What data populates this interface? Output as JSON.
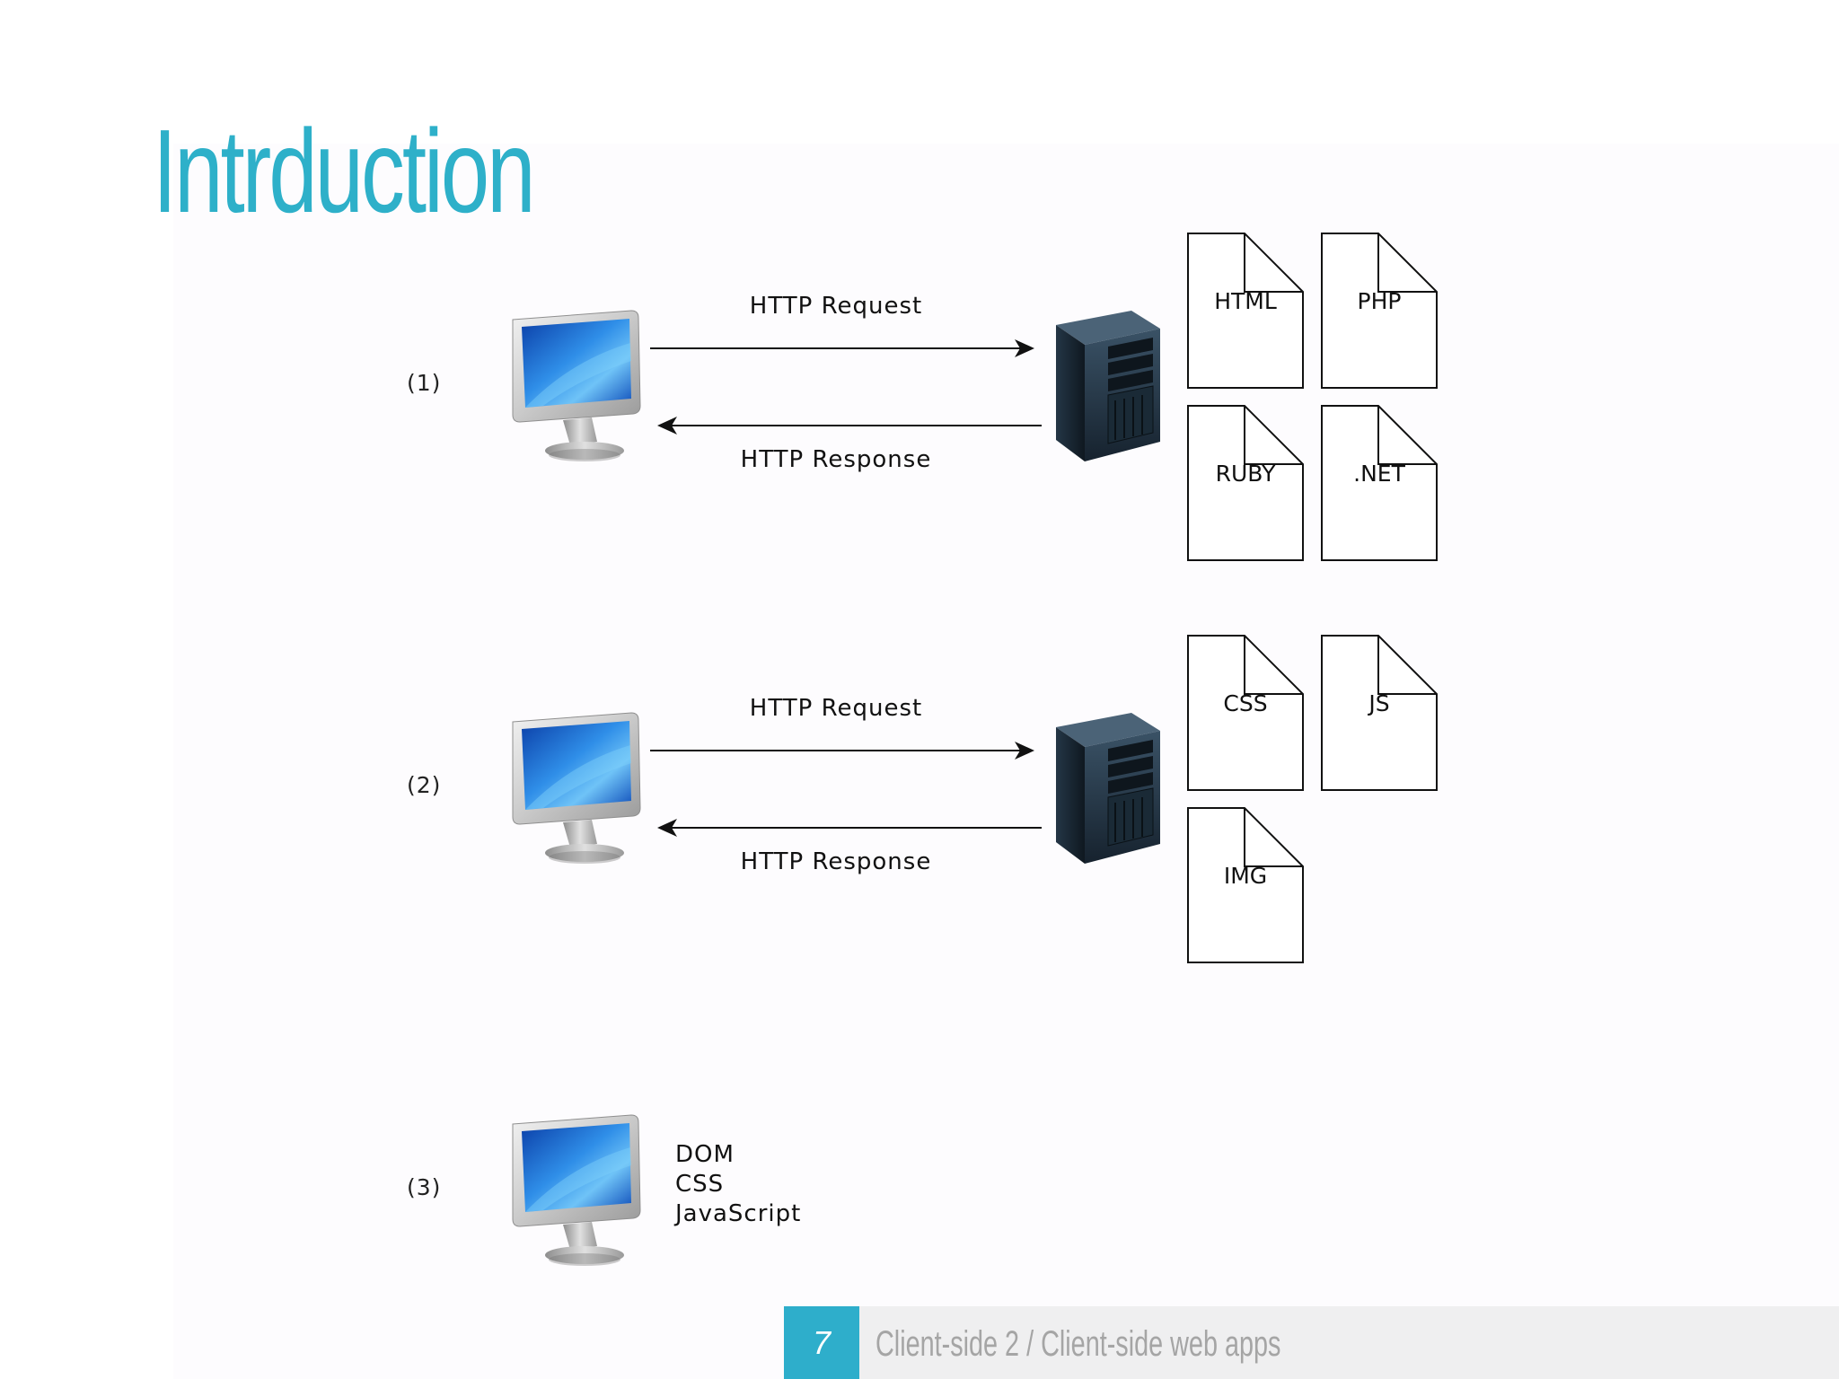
{
  "slide": {
    "title": "Intrduction",
    "page_number": "7",
    "footer": "Client-side 2 / Client-side web apps"
  },
  "diagram": {
    "rows": [
      {
        "label": "(1)",
        "request": "HTTP Request",
        "response": "HTTP Response",
        "files": [
          "HTML",
          "PHP",
          "RUBY",
          ".NET"
        ]
      },
      {
        "label": "(2)",
        "request": "HTTP Request",
        "response": "HTTP Response",
        "files": [
          "CSS",
          "JS",
          "IMG"
        ]
      },
      {
        "label": "(3)",
        "client_items": [
          "DOM",
          "CSS",
          "JavaScript"
        ]
      }
    ],
    "icons": {
      "client": "desktop-computer-icon",
      "server": "server-tower-icon",
      "file": "document-icon"
    },
    "colors": {
      "title": "#2eb0c9",
      "page_number_bg": "#2eaecb",
      "footer_bg": "#efeff0",
      "footer_text": "#a5a5a5"
    }
  }
}
